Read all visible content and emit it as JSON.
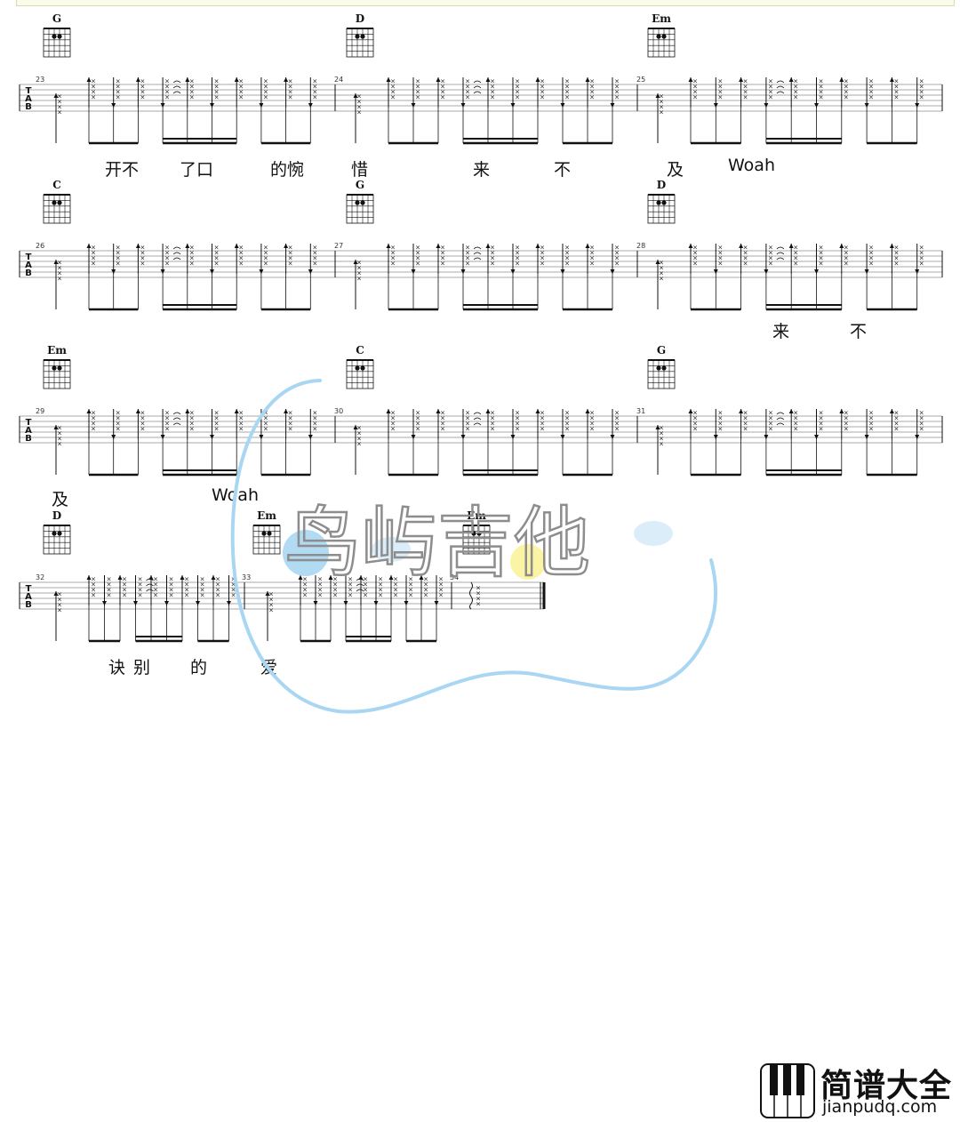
{
  "systems": [
    {
      "measures": [
        {
          "number": "23",
          "chord": "G"
        },
        {
          "number": "24",
          "chord": "D"
        },
        {
          "number": "25",
          "chord": "Em"
        }
      ]
    },
    {
      "measures": [
        {
          "number": "26",
          "chord": "C"
        },
        {
          "number": "27",
          "chord": "G"
        },
        {
          "number": "28",
          "chord": "D"
        }
      ]
    },
    {
      "measures": [
        {
          "number": "29",
          "chord": "Em"
        },
        {
          "number": "30",
          "chord": "C"
        },
        {
          "number": "31",
          "chord": "G"
        }
      ]
    },
    {
      "measures": [
        {
          "number": "32",
          "chord": "D"
        },
        {
          "number": "33",
          "chord": "Em"
        },
        {
          "number": "34",
          "chord": "Em"
        }
      ]
    }
  ],
  "tab_clef": [
    "T",
    "A",
    "B"
  ],
  "lyrics": {
    "row1": [
      "开不",
      "了口",
      "的惋",
      "惜",
      "来",
      "不",
      "及",
      "Woah"
    ],
    "row2": [
      "来",
      "不"
    ],
    "row3": [
      "及",
      "Woah"
    ],
    "row4": [
      "诀",
      "别",
      "的",
      "爱"
    ]
  },
  "watermark": {
    "text": "鸟屿吉他"
  },
  "footer_logo": {
    "title": "简谱大全",
    "url": "jianpudq.com"
  },
  "colors": {
    "watermark_blue": "#a9d6f2",
    "watermark_yellow": "#fbf3a0",
    "band": "#fbfbe9"
  }
}
